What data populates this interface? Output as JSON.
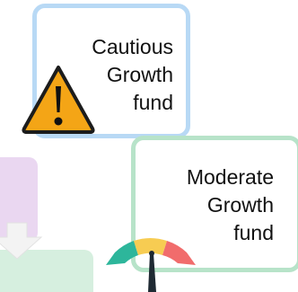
{
  "cards": {
    "cautious": {
      "lines": [
        "Cautious",
        "Growth",
        "fund"
      ]
    },
    "moderate": {
      "lines": [
        "Moderate",
        "Growth",
        "fund"
      ]
    }
  },
  "icons": {
    "warning": "warning-icon",
    "gauge": "risk-gauge-icon",
    "arrow": "arrow-down-icon"
  },
  "colors": {
    "blue_card_border": "#b8d9f5",
    "green_card_border": "#b7e3c9",
    "purple_card": "#ead7f1",
    "green_card_fill": "#d6efdf",
    "warning_fill": "#f4a516",
    "warning_outline": "#1c1c1c",
    "gauge_green": "#2db69b",
    "gauge_yellow": "#f7cc52",
    "gauge_red": "#f16c6c",
    "gauge_needle": "#1f2a33"
  }
}
